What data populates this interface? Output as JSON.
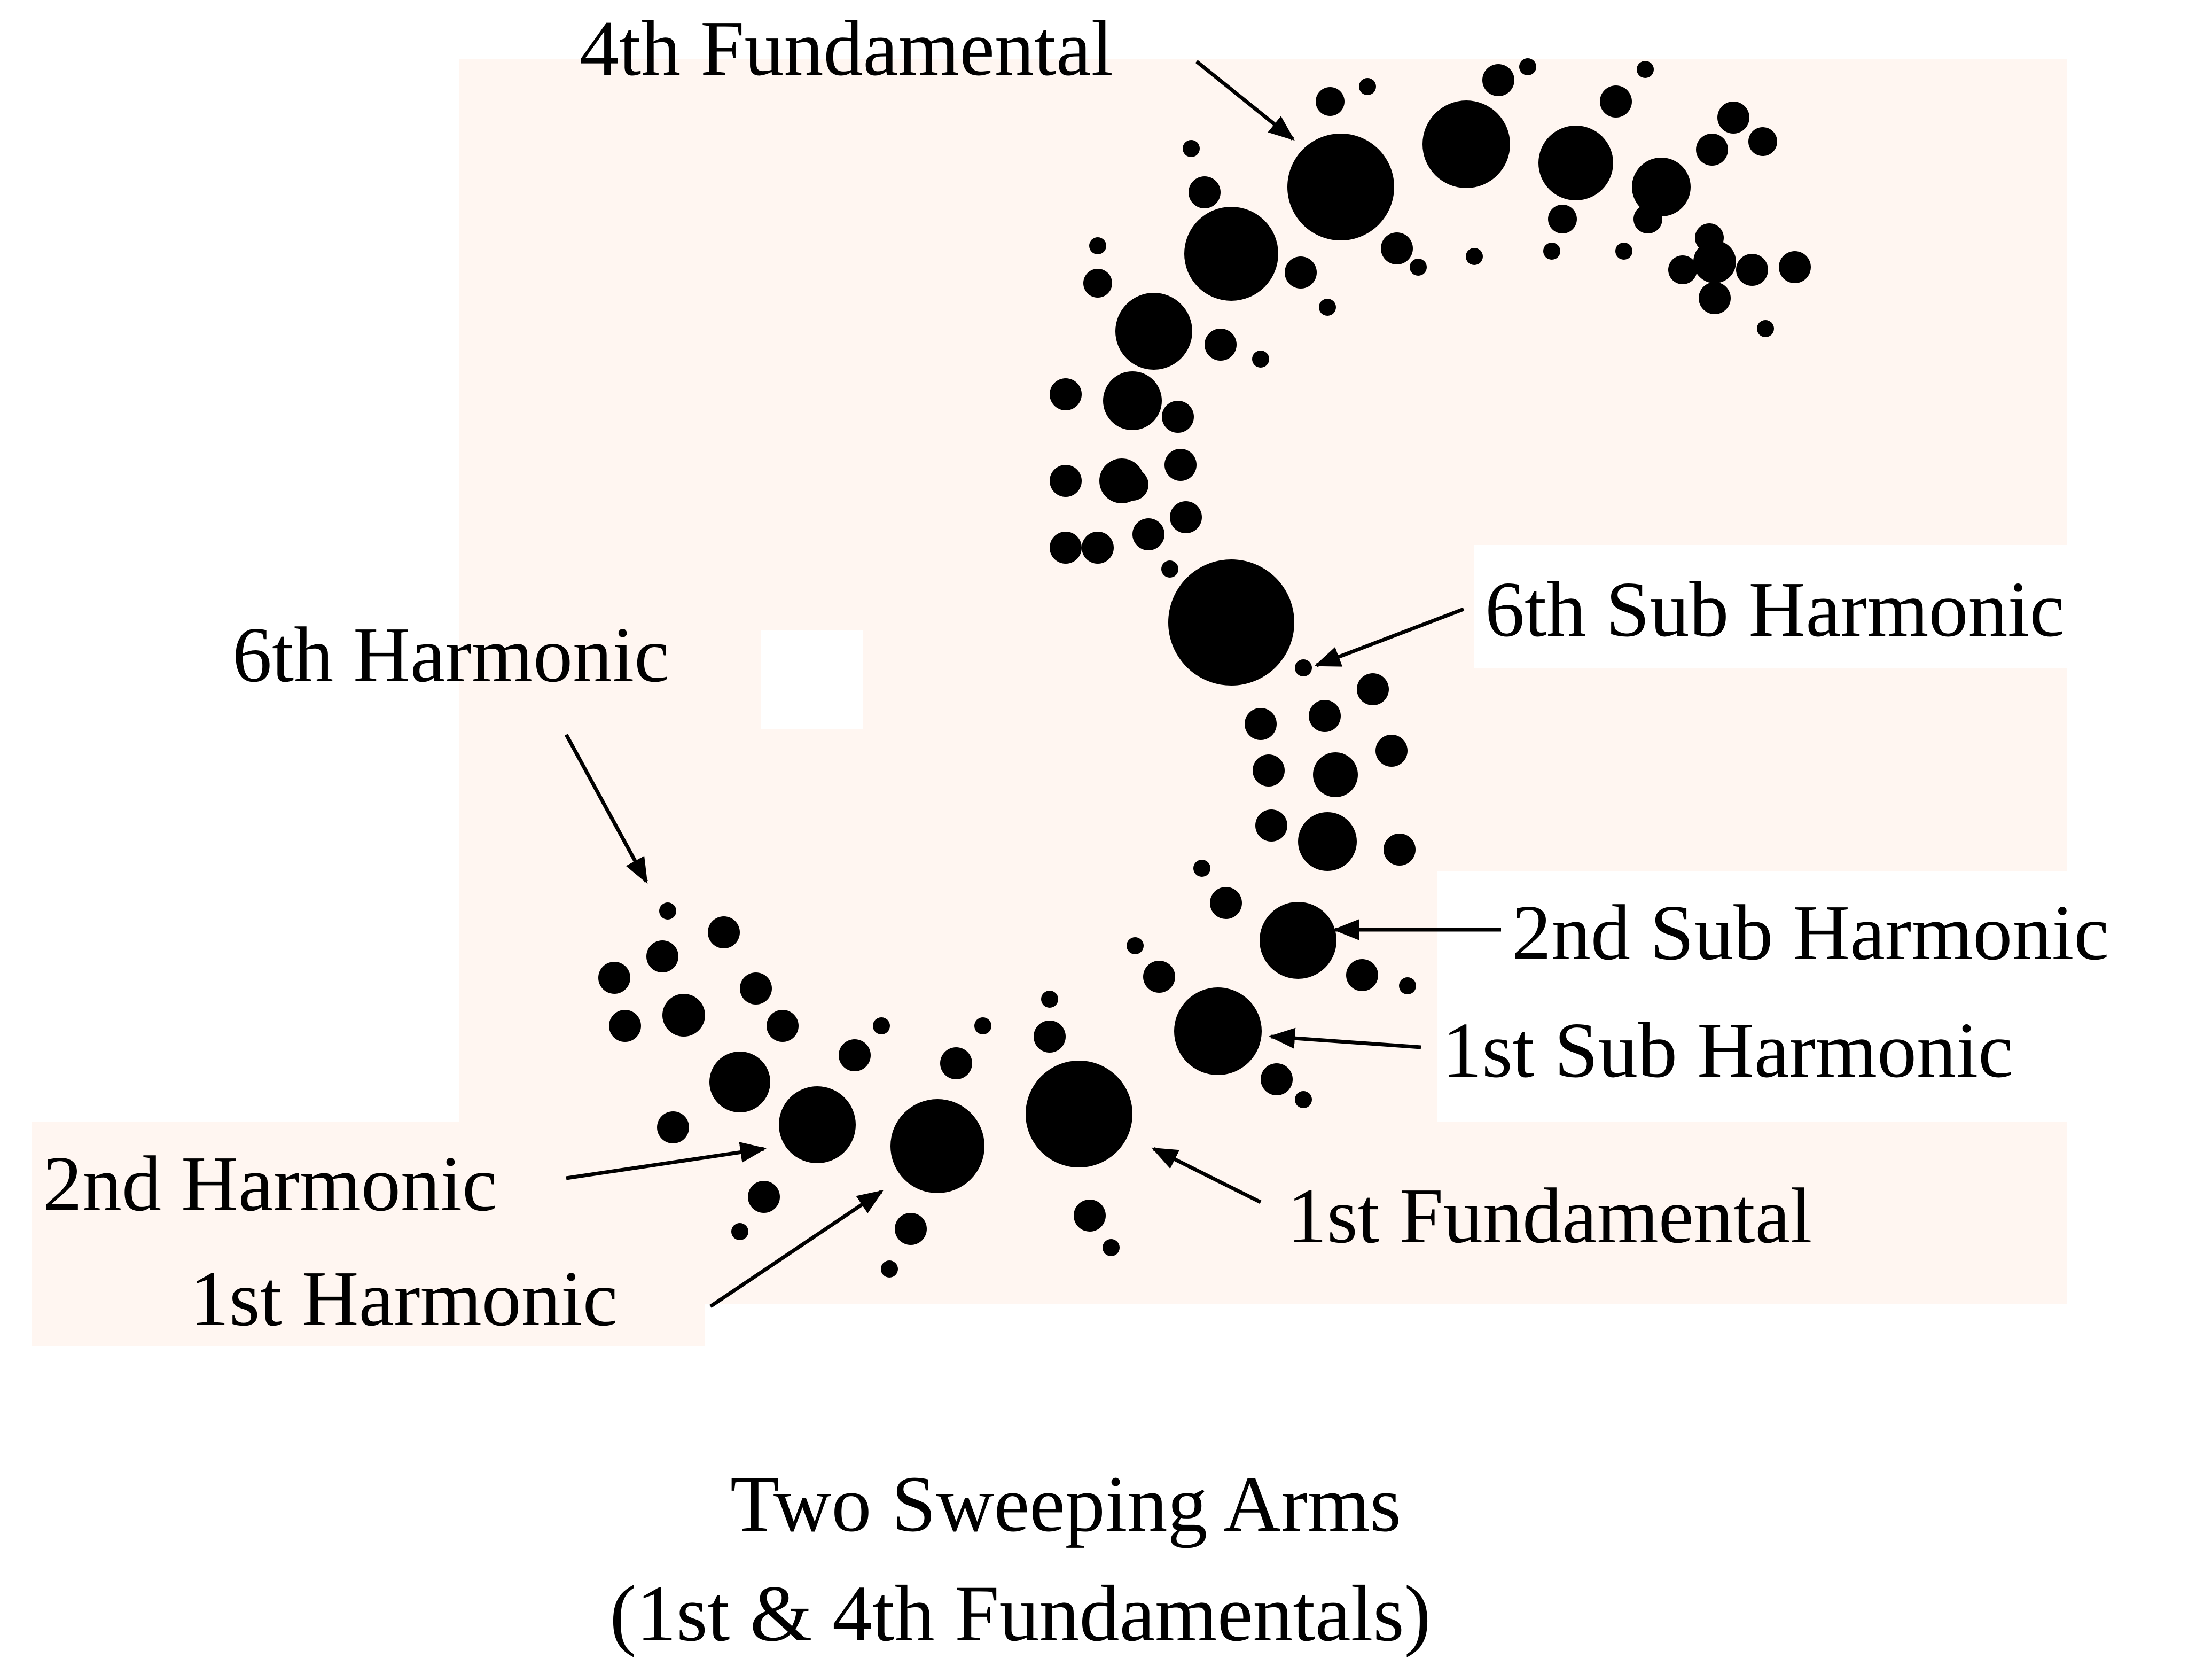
{
  "colors": {
    "panel": "#fff6f1",
    "label_bg": "#fff6f1",
    "ink": "#000000",
    "page": "#ffffff"
  },
  "labels": {
    "fourth_fundamental": "4th Fundamental",
    "sixth_sub_harmonic": "6th Sub Harmonic",
    "sixth_harmonic": "6th Harmonic",
    "second_sub_harmonic": "2nd Sub Harmonic",
    "first_sub_harmonic": "1st Sub Harmonic",
    "second_harmonic": "2nd Harmonic",
    "first_fundamental": "1st Fundamental",
    "first_harmonic": "1st Harmonic"
  },
  "caption": {
    "line1": "Two Sweeping Arms",
    "line2": "(1st & 4th Fundamentals)"
  }
}
